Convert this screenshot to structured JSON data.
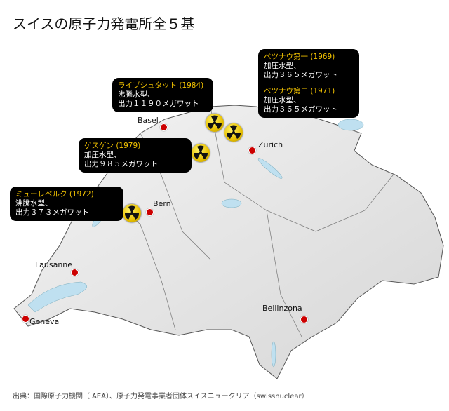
{
  "title": "スイスの原子力発電所全５基",
  "plants": [
    {
      "name": "ベツナウ第一 (1969)",
      "type": "加圧水型、",
      "output": "出力３６５メガワット"
    },
    {
      "name": "ベツナウ第二 (1971)",
      "type": "加圧水型、",
      "output": "出力３６５メガワット"
    },
    {
      "name": "ライプシュタット (1984)",
      "type": "沸騰水型、",
      "output": "出力１１９０メガワット"
    },
    {
      "name": "ゲスゲン (1979)",
      "type": "加圧水型、",
      "output": "出力９８５メガワット"
    },
    {
      "name": "ミューレベルク (1972)",
      "type": "沸騰水型、",
      "output": "出力３７３メガワット"
    }
  ],
  "cities": {
    "basel": "Basel",
    "zurich": "Zurich",
    "bern": "Bern",
    "lausanne": "Lausanne",
    "geneva": "Geneva",
    "bellinzona": "Bellinzona"
  },
  "source": "出典：国際原子力機関（IAEA）、原子力発電事業者団体スイスニュークリア（swissnuclear）"
}
